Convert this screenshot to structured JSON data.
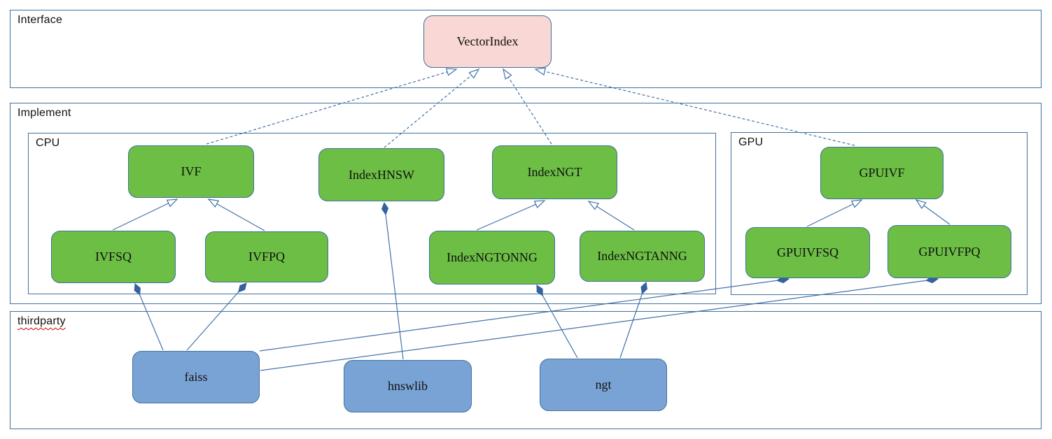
{
  "containers": {
    "interface": {
      "label": "Interface"
    },
    "implement": {
      "label": "Implement"
    },
    "cpu": {
      "label": "CPU"
    },
    "gpu": {
      "label": "GPU"
    },
    "thirdparty": {
      "label": "thirdparty"
    }
  },
  "nodes": {
    "vectorindex": {
      "label": "VectorIndex",
      "kind": "interface"
    },
    "ivf": {
      "label": "IVF",
      "kind": "cpu-implementation"
    },
    "indexhnsw": {
      "label": "IndexHNSW",
      "kind": "cpu-implementation"
    },
    "indexngt": {
      "label": "IndexNGT",
      "kind": "cpu-implementation"
    },
    "ivfsq": {
      "label": "IVFSQ",
      "kind": "cpu-implementation"
    },
    "ivfpq": {
      "label": "IVFPQ",
      "kind": "cpu-implementation"
    },
    "indexngtonng": {
      "label": "IndexNGTONNG",
      "kind": "cpu-implementation"
    },
    "indexngtanng": {
      "label": "IndexNGTANNG",
      "kind": "cpu-implementation"
    },
    "gpuivf": {
      "label": "GPUIVF",
      "kind": "gpu-implementation"
    },
    "gpuivfsq": {
      "label": "GPUIVFSQ",
      "kind": "gpu-implementation"
    },
    "gpuivfpq": {
      "label": "GPUIVFPQ",
      "kind": "gpu-implementation"
    },
    "faiss": {
      "label": "faiss",
      "kind": "thirdparty-library"
    },
    "hnswlib": {
      "label": "hnswlib",
      "kind": "thirdparty-library"
    },
    "ngt": {
      "label": "ngt",
      "kind": "thirdparty-library"
    }
  },
  "edges": [
    {
      "from": "ivf",
      "to": "vectorindex",
      "type": "realization-dashed-hollow-arrow"
    },
    {
      "from": "indexhnsw",
      "to": "vectorindex",
      "type": "realization-dashed-hollow-arrow"
    },
    {
      "from": "indexngt",
      "to": "vectorindex",
      "type": "realization-dashed-hollow-arrow"
    },
    {
      "from": "gpuivf",
      "to": "vectorindex",
      "type": "realization-dashed-hollow-arrow"
    },
    {
      "from": "ivfsq",
      "to": "ivf",
      "type": "generalization-hollow-arrow"
    },
    {
      "from": "ivfpq",
      "to": "ivf",
      "type": "generalization-hollow-arrow"
    },
    {
      "from": "indexngtonng",
      "to": "indexngt",
      "type": "generalization-hollow-arrow"
    },
    {
      "from": "indexngtanng",
      "to": "indexngt",
      "type": "generalization-hollow-arrow"
    },
    {
      "from": "gpuivfsq",
      "to": "gpuivf",
      "type": "generalization-hollow-arrow"
    },
    {
      "from": "gpuivfpq",
      "to": "gpuivf",
      "type": "generalization-hollow-arrow"
    },
    {
      "from": "faiss",
      "to": "ivfsq",
      "type": "composition-filled-diamond"
    },
    {
      "from": "faiss",
      "to": "ivfpq",
      "type": "composition-filled-diamond"
    },
    {
      "from": "faiss",
      "to": "gpuivfsq",
      "type": "composition-filled-diamond"
    },
    {
      "from": "faiss",
      "to": "gpuivfpq",
      "type": "composition-filled-diamond"
    },
    {
      "from": "hnswlib",
      "to": "indexhnsw",
      "type": "composition-filled-diamond"
    },
    {
      "from": "ngt",
      "to": "indexngtonng",
      "type": "composition-filled-diamond"
    },
    {
      "from": "ngt",
      "to": "indexngtanng",
      "type": "composition-filled-diamond"
    }
  ],
  "colors": {
    "interface_node_fill": "#F8D7D4",
    "implementation_node_fill": "#6CBE45",
    "thirdparty_node_fill": "#7AA3D5",
    "node_border": "#41719C",
    "container_border": "#41719C",
    "edge_line": "#4472A8",
    "diamond_fill": "#35619F",
    "spellcheck_underline": "#CC0000"
  }
}
